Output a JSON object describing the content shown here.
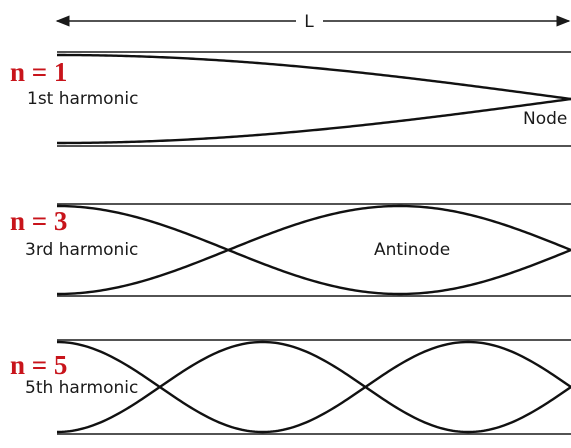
{
  "length_label": "L",
  "panels": [
    {
      "n_label": "n = 1",
      "harmonic_label": "1st harmonic",
      "node_label": "Node",
      "harmonic": 1
    },
    {
      "n_label": "n = 3",
      "harmonic_label": "3rd harmonic",
      "antinode_label": "Antinode",
      "harmonic": 3
    },
    {
      "n_label": "n = 5",
      "harmonic_label": "5th harmonic",
      "harmonic": 5
    }
  ],
  "colors": {
    "n_label": "#c8141b",
    "line": "#111111"
  }
}
